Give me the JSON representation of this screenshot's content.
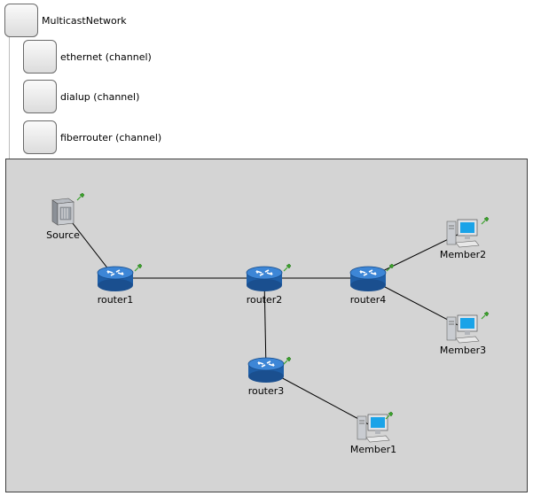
{
  "tree": {
    "root": {
      "label": "MulticastNetwork"
    },
    "children": [
      {
        "label": "ethernet (channel)"
      },
      {
        "label": "dialup (channel)"
      },
      {
        "label": "fiberrouter (channel)"
      }
    ]
  },
  "network": {
    "nodes": {
      "source": {
        "label": "Source",
        "icon": "server-icon"
      },
      "router1": {
        "label": "router1",
        "icon": "router-icon"
      },
      "router2": {
        "label": "router2",
        "icon": "router-icon"
      },
      "router3": {
        "label": "router3",
        "icon": "router-icon"
      },
      "router4": {
        "label": "router4",
        "icon": "router-icon"
      },
      "member1": {
        "label": "Member1",
        "icon": "computer-icon"
      },
      "member2": {
        "label": "Member2",
        "icon": "computer-icon"
      },
      "member3": {
        "label": "Member3",
        "icon": "computer-icon"
      }
    },
    "links": [
      [
        "source",
        "router1"
      ],
      [
        "router1",
        "router2"
      ],
      [
        "router2",
        "router4"
      ],
      [
        "router2",
        "router3"
      ],
      [
        "router4",
        "member2"
      ],
      [
        "router4",
        "member3"
      ],
      [
        "router3",
        "member1"
      ]
    ]
  },
  "colors": {
    "canvas_bg": "#d4d4d4",
    "router_blue": "#1f5fa8",
    "router_top": "#3d86d6",
    "screen_blue": "#1aa3e8",
    "pin_green": "#3aa22a"
  }
}
